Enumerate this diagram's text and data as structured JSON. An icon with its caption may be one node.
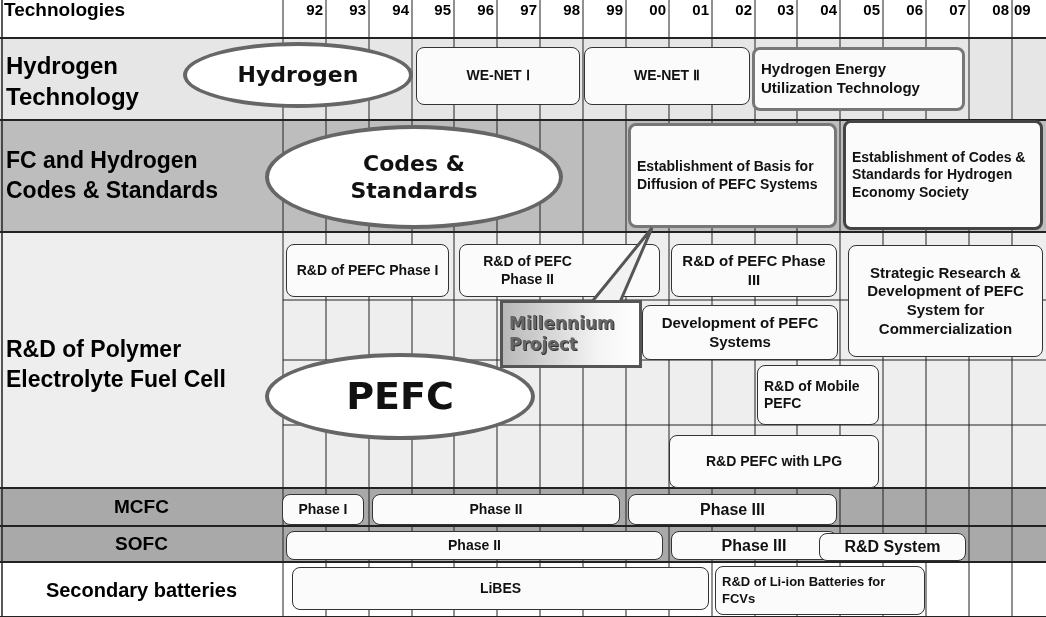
{
  "diagram": {
    "nodes": [
      {
        "text": [
          "Hydrogen"
        ]
      },
      {
        "text": [
          "WE-NET Ⅰ"
        ]
      },
      {
        "text": [
          "WE-NET Ⅱ"
        ]
      },
      {
        "text": [
          "Hydrogen Energy Utilization Technology"
        ]
      },
      {
        "text": [
          "Codes & Standards"
        ]
      },
      {
        "text": [
          "Establishment of Basis for Diffusion of PEFC Systems"
        ]
      },
      {
        "text": [
          "Establishment of Codes & Standards for Hydrogen Economy Society"
        ]
      },
      {
        "text": [
          "R&D of PEFC Phase I"
        ]
      },
      {
        "text": [
          "R&D of PEFC Phase II"
        ]
      },
      {
        "text": [
          "R&D of PEFC Phase III"
        ]
      },
      {
        "text": [
          "Strategic Research & Development of PEFC System for Commercialization"
        ]
      },
      {
        "text": [
          "Millennium Project"
        ]
      },
      {
        "text": [
          "Development of PEFC Systems"
        ]
      },
      {
        "text": [
          "R&D of Mobile PEFC"
        ]
      },
      {
        "text": [
          "PEFC"
        ]
      },
      {
        "text": [
          "R&D PEFC with LPG"
        ]
      },
      {
        "text": [
          "Phase I"
        ]
      },
      {
        "text": [
          "Phase II"
        ]
      },
      {
        "text": [
          "Phase III"
        ]
      },
      {
        "text": [
          "Phase II"
        ]
      },
      {
        "text": [
          "Phase III"
        ]
      },
      {
        "text": [
          "R&D System"
        ]
      },
      {
        "text": [
          "LiBES"
        ]
      },
      {
        "text": [
          "R&D of Li-ion Batteries for FCVs"
        ]
      }
    ],
    "edges": [
      {
        "from": 11,
        "to": 5,
        "arrow": "to"
      }
    ],
    "labels": [
      "Technologies",
      "92",
      "93",
      "94",
      "95",
      "96",
      "97",
      "98",
      "99",
      "00",
      "01",
      "02",
      "03",
      "04",
      "05",
      "06",
      "07",
      "08",
      "09",
      "Hydrogen Technology",
      "FC and Hydrogen Codes & Standards",
      "R&D of Polymer Electrolyte Fuel Cell",
      "MCFC",
      "SOFC",
      "Secondary batteries"
    ]
  }
}
